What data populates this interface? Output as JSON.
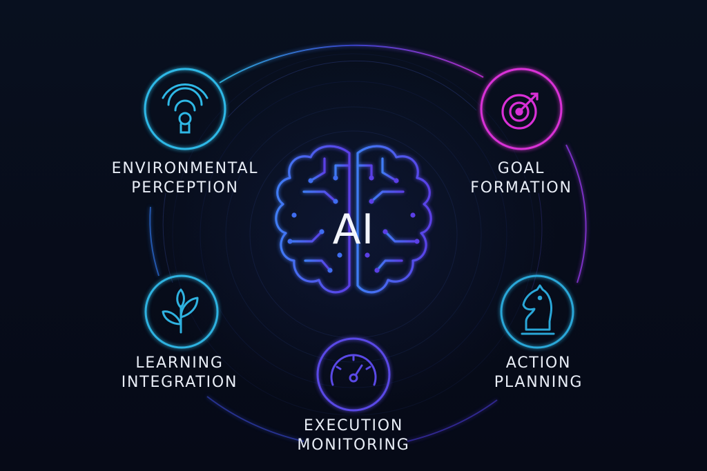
{
  "center": {
    "text": "AI",
    "icon": "brain-circuit-icon"
  },
  "nodes": [
    {
      "id": "environmental-perception",
      "icon": "sensor-bulb-icon",
      "color": "#2fb8e6",
      "label_line1": "ENVIRONMENTAL",
      "label_line2": "PERCEPTION"
    },
    {
      "id": "goal-formation",
      "icon": "target-icon",
      "color": "#d930d6",
      "label_line1": "GOAL",
      "label_line2": "FORMATION"
    },
    {
      "id": "learning-integration",
      "icon": "plant-leaf-icon",
      "color": "#2fb2e0",
      "label_line1": "LEARNING",
      "label_line2": "INTEGRATION"
    },
    {
      "id": "execution-monitoring",
      "icon": "gauge-icon",
      "color": "#5a49e6",
      "label_line1": "EXECUTION",
      "label_line2": "MONITORING"
    },
    {
      "id": "action-planning",
      "icon": "chess-knight-icon",
      "color": "#2aa7d8",
      "label_line1": "ACTION",
      "label_line2": "PLANNING"
    }
  ],
  "colors": {
    "background": "#070c1a",
    "brain_left": "#3f6df0",
    "brain_right": "#5b3fe6",
    "text": "#e9eef7"
  }
}
